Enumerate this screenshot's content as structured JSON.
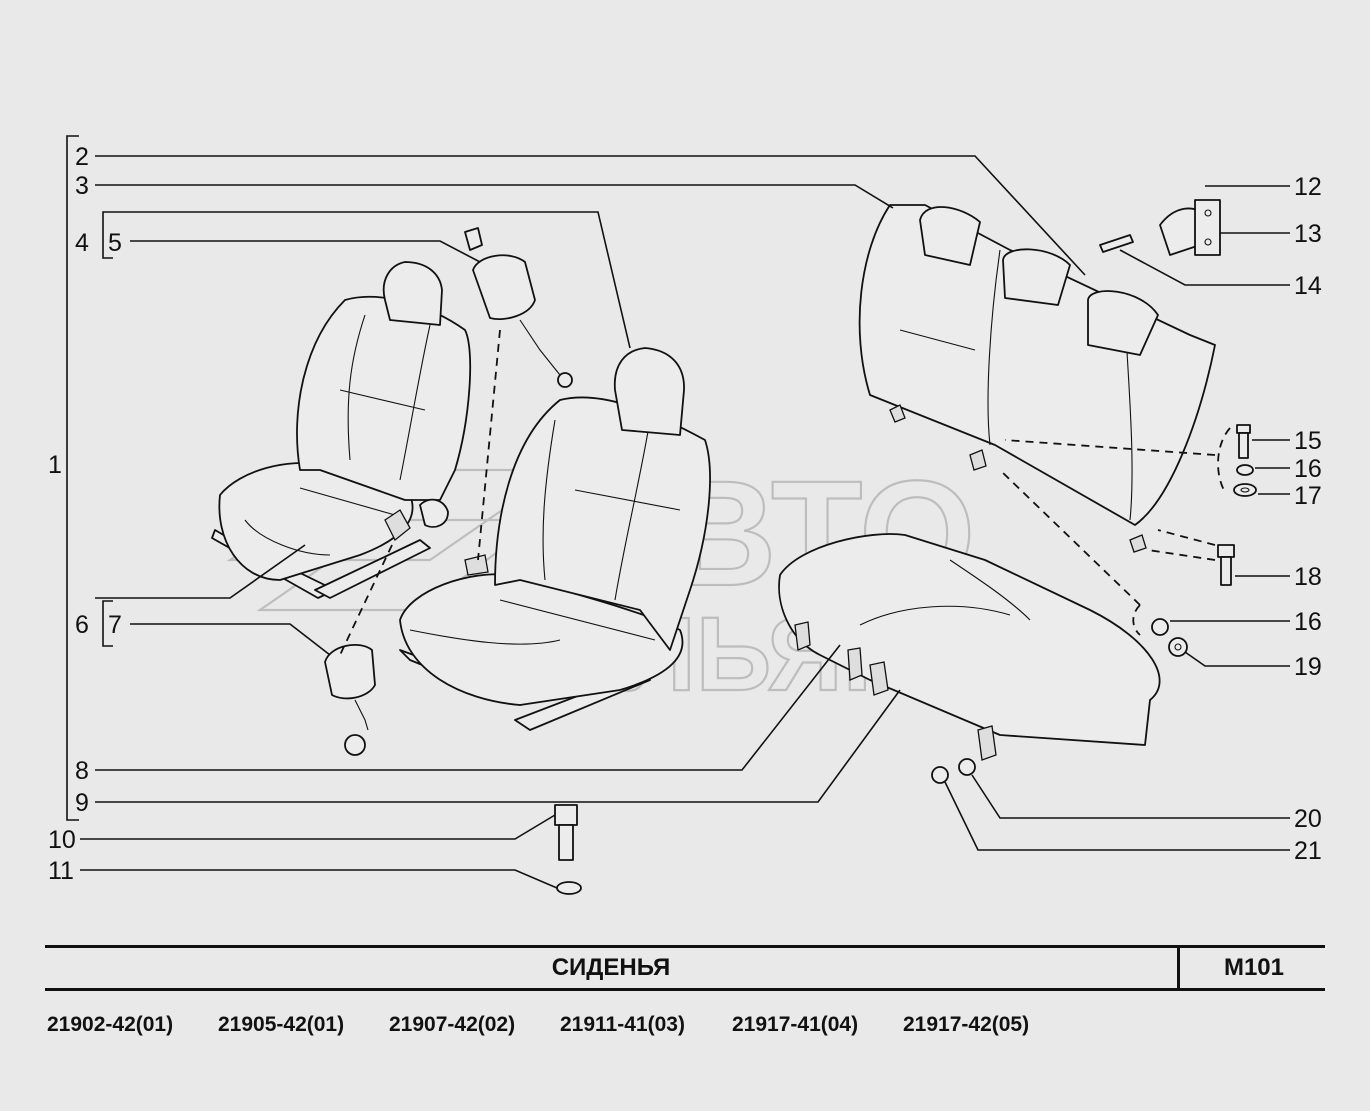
{
  "callouts": {
    "n1": "1",
    "n2": "2",
    "n3": "3",
    "n4": "4",
    "n5": "5",
    "n6": "6",
    "n7": "7",
    "n8": "8",
    "n9": "9",
    "n10": "10",
    "n11": "11",
    "n12": "12",
    "n13": "13",
    "n14": "14",
    "n15": "15",
    "n16a": "16",
    "n17": "17",
    "n18": "18",
    "n16b": "16",
    "n19": "19",
    "n20": "20",
    "n21": "21"
  },
  "title_block": {
    "title": "СИДЕНЬЯ",
    "code": "M101"
  },
  "models": [
    "21902-42(01)",
    "21905-42(01)",
    "21907-42(02)",
    "21911-41(03)",
    "21917-41(04)",
    "21917-42(05)"
  ],
  "watermark": [
    "АВТО",
    "АЛЬЯНС"
  ]
}
